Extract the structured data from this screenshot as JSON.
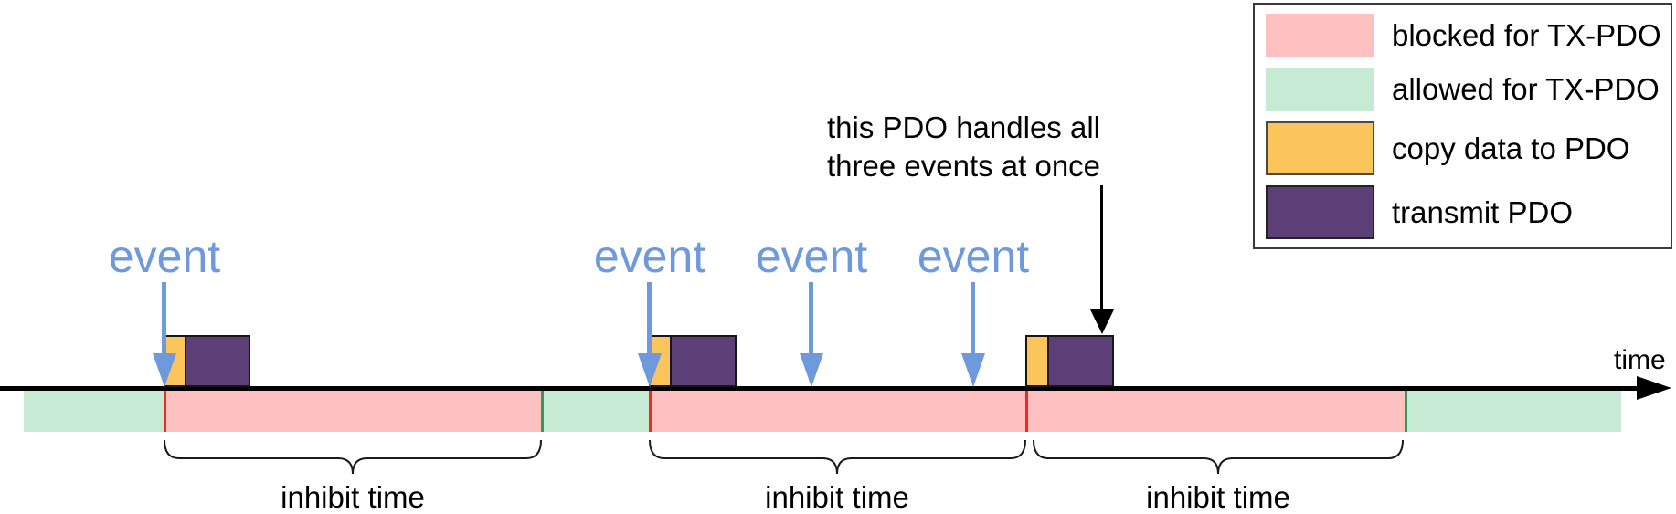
{
  "legend": {
    "items": [
      {
        "label": "blocked for TX-PDO",
        "color": "#ffc0c1"
      },
      {
        "label": "allowed for TX-PDO",
        "color": "#c6ead4"
      },
      {
        "label": "copy data to PDO",
        "color": "#fbc55c"
      },
      {
        "label": "transmit PDO",
        "color": "#5d3f77"
      }
    ]
  },
  "diagram": {
    "axis_label": "time",
    "events": [
      {
        "label": "event"
      },
      {
        "label": "event"
      },
      {
        "label": "event"
      },
      {
        "label": "event"
      }
    ],
    "event_arrow_color": "#6e99dc",
    "annotation": {
      "line1": "this PDO handles all",
      "line2": "three events at once"
    },
    "inhibit_spans": [
      {
        "label": "inhibit time"
      },
      {
        "label": "inhibit time"
      },
      {
        "label": "inhibit time"
      }
    ],
    "timeline_segments": [
      {
        "state": "allowed for TX-PDO"
      },
      {
        "state": "blocked for TX-PDO"
      },
      {
        "state": "allowed for TX-PDO"
      },
      {
        "state": "blocked for TX-PDO"
      },
      {
        "state": "blocked for TX-PDO"
      },
      {
        "state": "allowed for TX-PDO"
      }
    ],
    "marker_colors": {
      "inhibit_start_line": "#f02b1d",
      "allowed_start_line": "#2f9e52"
    }
  }
}
